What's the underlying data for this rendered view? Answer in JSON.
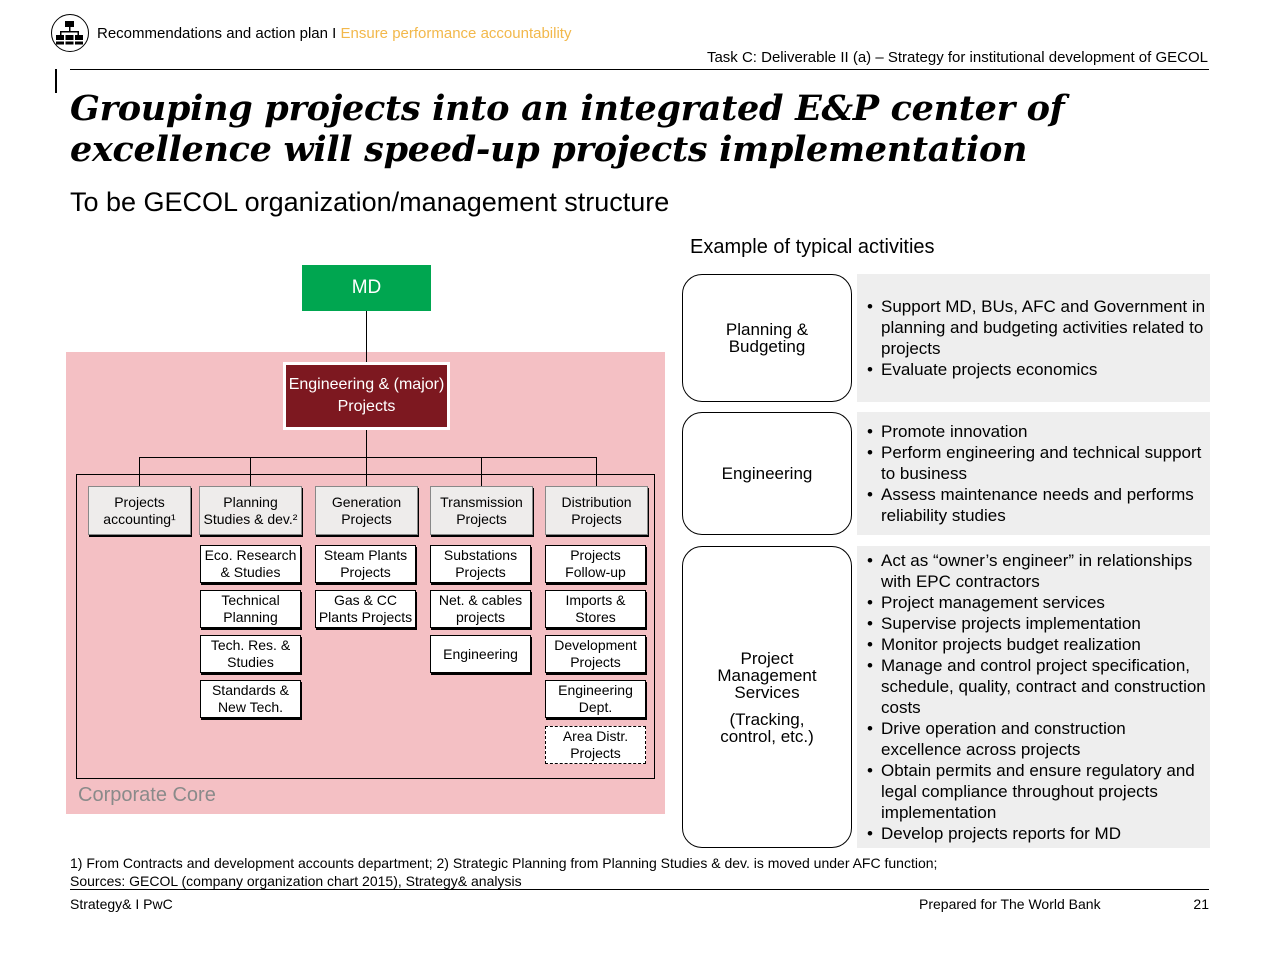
{
  "header": {
    "breadcrumb": "Recommendations and action plan",
    "separator": "I",
    "breadcrumb_accent": "Ensure performance accountability",
    "task": "Task C: Deliverable II (a) – Strategy for institutional development of GECOL",
    "icon": "org-chart-icon"
  },
  "title": "Grouping projects into an integrated E&P center of excellence will speed-up projects implementation",
  "subtitle": "To be GECOL organization/management structure",
  "org": {
    "md": "MD",
    "eng": "Engineering & (major) Projects",
    "core_label": "Corporate Core",
    "units": [
      {
        "label": "Projects accounting¹",
        "subs": []
      },
      {
        "label": "Planning Studies & dev.²",
        "subs": [
          "Eco. Research & Studies",
          "Technical Planning",
          "Tech. Res. & Studies",
          "Standards & New Tech."
        ]
      },
      {
        "label": "Generation Projects",
        "subs": [
          "Steam Plants Projects",
          "Gas & CC Plants Projects"
        ]
      },
      {
        "label": "Transmission Projects",
        "subs": [
          "Substations Projects",
          "Net. & cables projects",
          "Engineering"
        ]
      },
      {
        "label": "Distribution Projects",
        "subs": [
          "Projects Follow-up",
          "Imports & Stores",
          "Development Projects",
          "Engineering Dept.",
          "Area Distr. Projects"
        ]
      }
    ]
  },
  "activities": {
    "heading": "Example of typical activities",
    "groups": [
      {
        "name": "Planning & Budgeting",
        "items": [
          "Support MD, BUs, AFC and Government in planning and budgeting activities related to projects",
          "Evaluate projects economics"
        ]
      },
      {
        "name": "Engineering",
        "items": [
          "Promote innovation",
          "Perform engineering and technical support to business",
          "Assess maintenance needs and performs reliability studies"
        ]
      },
      {
        "name": "Project Management Services",
        "note": "(Tracking, control, etc.)",
        "items": [
          "Act as “owner’s engineer” in relationships with EPC contractors",
          "Project management services",
          "Supervise projects implementation",
          "Monitor projects budget realization",
          "Manage and control project specification, schedule, quality, contract and construction costs",
          "Drive operation and construction excellence across projects",
          "Obtain permits and ensure regulatory and legal compliance throughout projects implementation",
          "Develop projects reports for MD"
        ]
      }
    ]
  },
  "footnotes": {
    "note": "1) From Contracts and development accounts department; 2) Strategic Planning from Planning Studies & dev. is moved under AFC function;",
    "sources": "Sources: GECOL (company organization chart 2015), Strategy& analysis"
  },
  "footer": {
    "left": "Strategy& I PwC",
    "center": "Prepared for The World Bank",
    "page": "21"
  },
  "colors": {
    "md_green": "#00a650",
    "eng_red": "#7d1820",
    "core_pink": "#f4c0c4",
    "accent_orange": "#f2b84b"
  }
}
